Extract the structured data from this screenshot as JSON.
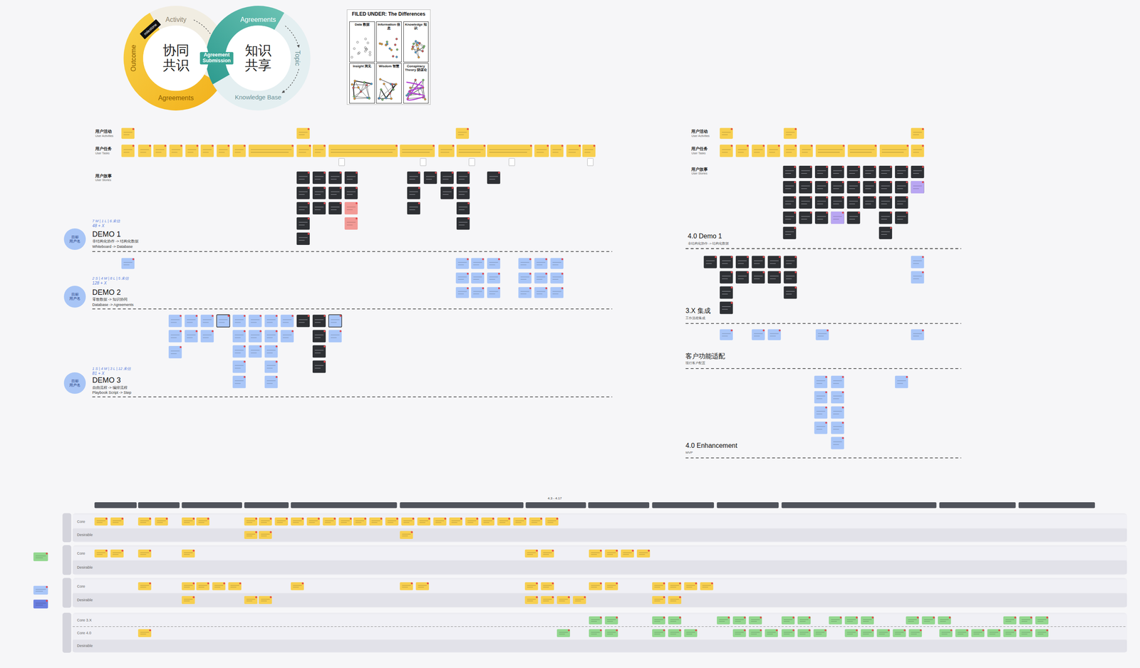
{
  "diagram": {
    "nodes": [
      {
        "text": [
          "协同 共识"
        ]
      },
      {
        "text": [
          "知识 共享"
        ]
      },
      {
        "text": [
          "milestone"
        ]
      },
      {
        "text": [
          "FILED UNDER: The Differences"
        ]
      },
      {
        "text": [
          "Data 数据"
        ],
        "in": 3
      },
      {
        "text": [
          "Information 信息"
        ],
        "in": 3
      },
      {
        "text": [
          "Knowledge 知识"
        ],
        "in": 3
      },
      {
        "text": [
          "Insight 洞见"
        ],
        "in": 3
      },
      {
        "text": [
          "Wisdom 智慧"
        ],
        "in": 3
      },
      {
        "text": [
          "Conspiracy Theory 阴谋论"
        ],
        "in": 3
      },
      {
        "text": [
          "目标 用户名"
        ]
      },
      {
        "text": [
          "目标 用户名"
        ]
      },
      {
        "text": [
          "目标 用户名"
        ]
      },
      {
        "text": [
          "Core"
        ]
      },
      {
        "text": [
          "Desirable"
        ]
      },
      {
        "text": [
          "Core"
        ]
      },
      {
        "text": [
          "Desirable"
        ]
      },
      {
        "text": [
          "Core"
        ]
      },
      {
        "text": [
          "Desirable"
        ]
      },
      {
        "text": [
          "Core 3.X"
        ]
      },
      {
        "text": [
          "Core 4.0"
        ]
      },
      {
        "text": [
          "Desirable"
        ]
      }
    ],
    "labels": [
      "Activity",
      "Outcome",
      "Agreements",
      "Agreements",
      "Agreement Submission",
      "Topic",
      "Knowledge Base",
      "用户活动",
      "User Activities",
      "用户任务",
      "User Tasks",
      "用户故事",
      "User Stories",
      "7 M | 1 L | 6 未估",
      "48 + X",
      "DEMO 1",
      "非结构化协作 -> 结构化数据",
      "Whiteboard -> Database",
      "2 S | 4 M | 8 L | 5 未估",
      "128 + X",
      "DEMO 2",
      "零散数据 -> 知识协同",
      "Database -> Agreements",
      "1 S | 4 M | 3 L | 12 未估",
      "81 + X",
      "DEMO 3",
      "自由流程 -> 编排流程",
      "Playbook Script -> Step",
      "用户活动",
      "User Activities",
      "用户任务",
      "User Tasks",
      "用户故事",
      "User Stories",
      "4.0 Demo 1",
      "非结构化协作 -> 结构化数据",
      "3.X 集成",
      "工作流程集成",
      "客户功能适配",
      "现行客户配置",
      "4.0 Enhancement",
      "MVP",
      "4.3 - 4.17"
    ]
  }
}
